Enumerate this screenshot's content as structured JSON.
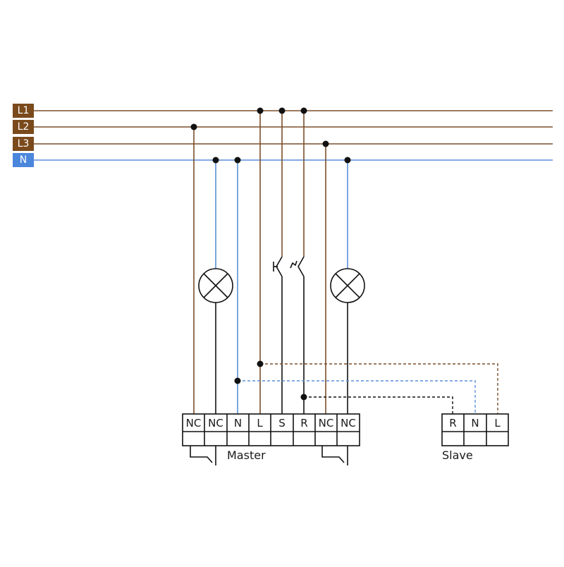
{
  "colors": {
    "phase": "#7a4f2b",
    "phase_label_bg": "#7a4a1c",
    "neutral": "#5a8fdb",
    "neutral_label_bg": "#4b86dd",
    "wire": "#111111"
  },
  "buses": {
    "l1": "L1",
    "l2": "L2",
    "l3": "L3",
    "n": "N"
  },
  "master": {
    "caption": "Master",
    "terminals": [
      "NC",
      "NC",
      "N",
      "L",
      "S",
      "R",
      "NC",
      "NC"
    ]
  },
  "slave": {
    "caption": "Slave",
    "terminals": [
      "R",
      "N",
      "L"
    ]
  },
  "symbols": {
    "lamp_left": "lamp-icon",
    "lamp_right": "lamp-icon",
    "switch_s": "pushbutton-icon",
    "switch_r": "pushbutton-icon"
  }
}
